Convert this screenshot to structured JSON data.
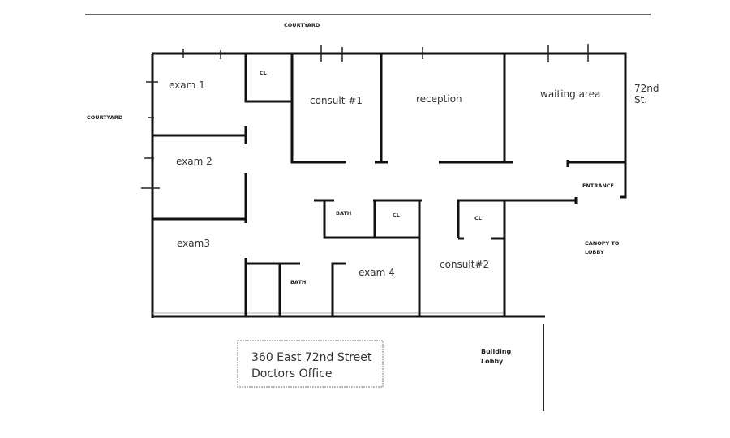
{
  "plan": {
    "outside": {
      "courtyard_top": "COURTYARD",
      "courtyard_left": "COURTYARD",
      "street_line1": "72nd",
      "street_line2": "St.",
      "entrance": "ENTRANCE",
      "canopy_line1": "CANOPY TO",
      "canopy_line2": "LOBBY",
      "lobby_line1": "Building",
      "lobby_line2": "Lobby"
    },
    "rooms": {
      "exam1": "exam 1",
      "exam2": "exam 2",
      "exam3": "exam3",
      "exam4": "exam 4",
      "closet1": "CL",
      "consult1": "consult #1",
      "reception": "reception",
      "waiting": "waiting area",
      "bath1": "BATH",
      "closet2": "CL",
      "closet3": "CL",
      "bath2": "BATH",
      "consult2": "consult#2"
    },
    "title": {
      "line1": "360 East 72nd Street",
      "line2": "Doctors Office"
    }
  }
}
